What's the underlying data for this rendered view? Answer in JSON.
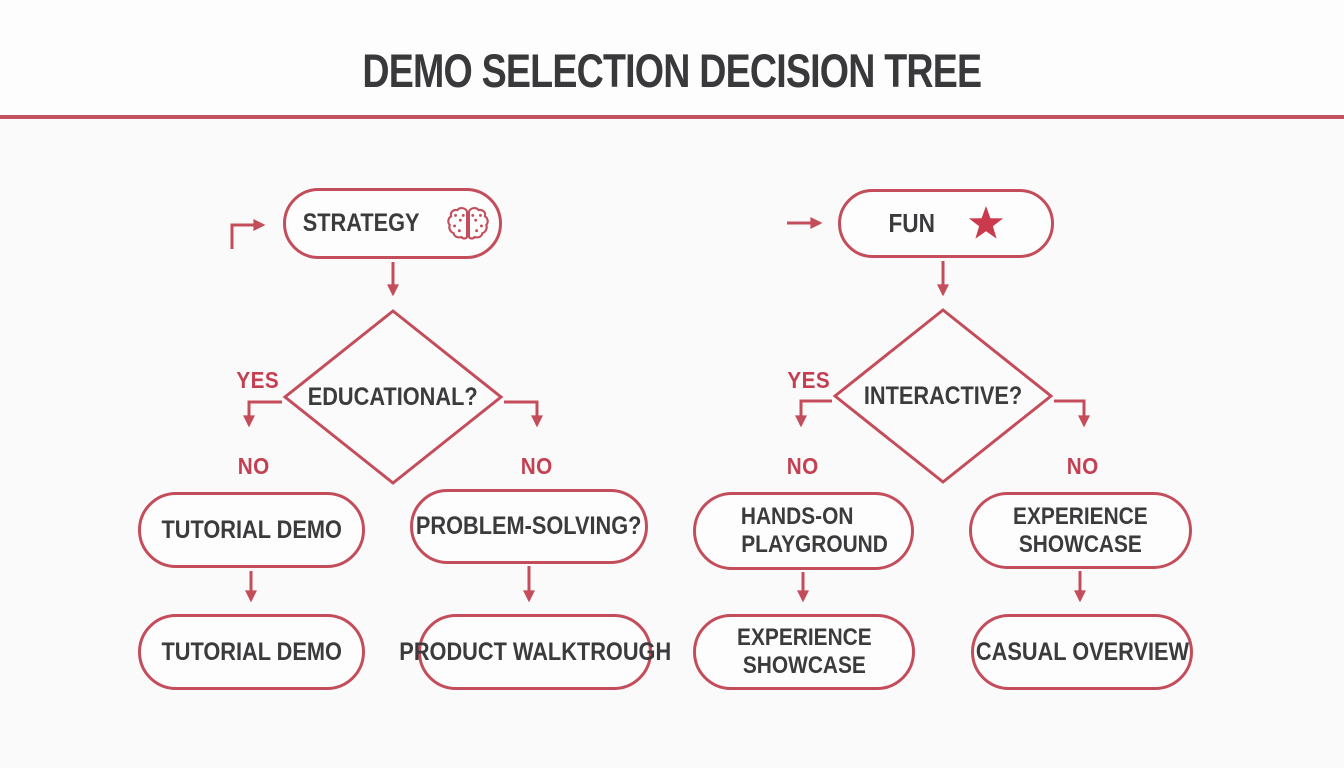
{
  "title": "DEMO SELECTION DECISION TREE",
  "colors": {
    "accent": "#c44d5b",
    "rule": "#c4515f",
    "star": "#cb3a4c",
    "text": "#3b3b3d",
    "label": "#c43f52"
  },
  "left_tree": {
    "root": {
      "label": "STRATEGY",
      "icon": "brain-icon"
    },
    "decision": {
      "label": "EDUCATIONAL?"
    },
    "yes_label": "YES",
    "branch_left_label": "NO",
    "branch_right_label": "NO",
    "child_left": {
      "label": "TUTORIAL DEMO"
    },
    "child_right": {
      "label": "PROBLEM-SOLVING?"
    },
    "leaf_left": {
      "label": "TUTORIAL DEMO"
    },
    "leaf_right": {
      "label": "PRODUCT WALKTROUGH"
    }
  },
  "right_tree": {
    "root": {
      "label": "FUN",
      "icon": "star-icon"
    },
    "decision": {
      "label": "INTERACTIVE?"
    },
    "yes_label": "YES",
    "branch_left_label": "NO",
    "branch_right_label": "NO",
    "child_left": {
      "line1": "HANDS-ON",
      "line2": "PLAYGROUND"
    },
    "child_right": {
      "line1": "EXPERIENCE",
      "line2": "SHOWCASE"
    },
    "leaf_left": {
      "line1": "EXPERIENCE",
      "line2": "SHOWCASE"
    },
    "leaf_right": {
      "label": "CASUAL OVERVIEW"
    }
  }
}
